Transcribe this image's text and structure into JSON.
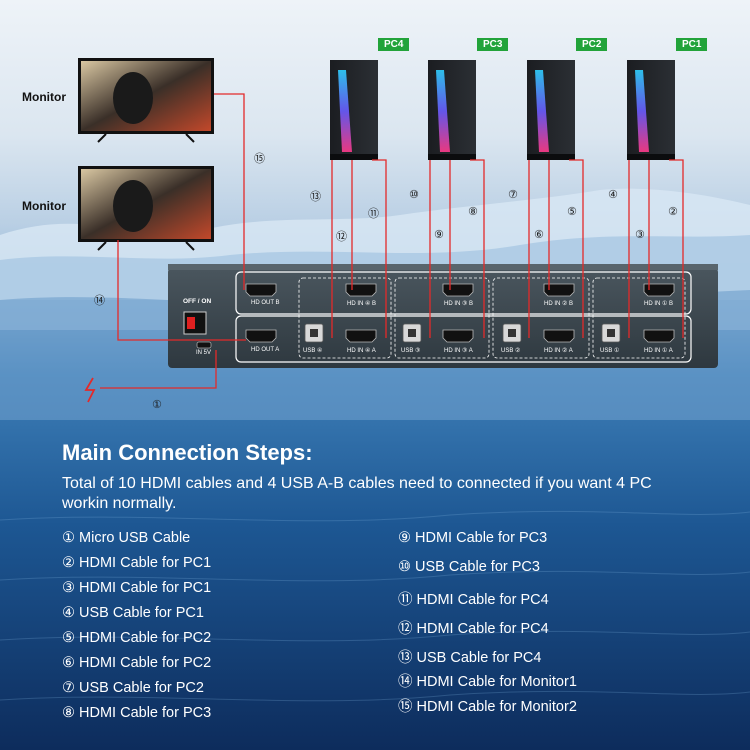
{
  "monitors": [
    {
      "label": "Monitor"
    },
    {
      "label": "Monitor"
    }
  ],
  "pcs": [
    "PC4",
    "PC3",
    "PC2",
    "PC1"
  ],
  "cable_numbers": [
    "⑮",
    "⑬",
    "⑪",
    "⑫",
    "⑩",
    "⑨",
    "⑧",
    "⑦",
    "⑥",
    "⑤",
    "④",
    "③",
    "②",
    "⑭",
    "①"
  ],
  "kvm": {
    "power_switch_label": "OFF / ON",
    "power_input_label": "IN 5V",
    "hdmi_out_b": "HD OUT B",
    "hdmi_out_a": "HD OUT A",
    "row_b": [
      "HD IN ④ B",
      "HD IN ③ B",
      "HD IN ② B",
      "HD IN ① B"
    ],
    "usb": [
      "USB ④",
      "USB ③",
      "USB ②",
      "USB ①"
    ],
    "row_a": [
      "HD IN ④ A",
      "HD IN ③ A",
      "HD IN ② A",
      "HD IN ① A"
    ]
  },
  "steps": {
    "title": "Main Connection Steps:",
    "description": "Total of 10 HDMI cables and 4 USB A-B cables need to connected if you want 4 PC workin normally.",
    "left": [
      "① Micro USB Cable",
      "② HDMI Cable for PC1",
      "③ HDMI Cable for PC1",
      "④ USB Cable for PC1",
      "⑤ HDMI Cable for PC2",
      "⑥ HDMI Cable for PC2",
      "⑦ USB Cable for PC2",
      "⑧ HDMI Cable for PC3"
    ],
    "right": [
      "⑨ HDMI Cable for PC3",
      "⑩ USB Cable for PC3",
      "⑪ HDMI Cable for PC4",
      "⑫ HDMI Cable for PC4",
      "⑬ USB Cable for PC4",
      "⑭ HDMI Cable for  Monitor1",
      "⑮ HDMI Cable for  Monitor2"
    ]
  },
  "colors": {
    "cable": "#e32a2a",
    "pc_tag": "#22a33a",
    "kvm_body": "#39454d"
  }
}
